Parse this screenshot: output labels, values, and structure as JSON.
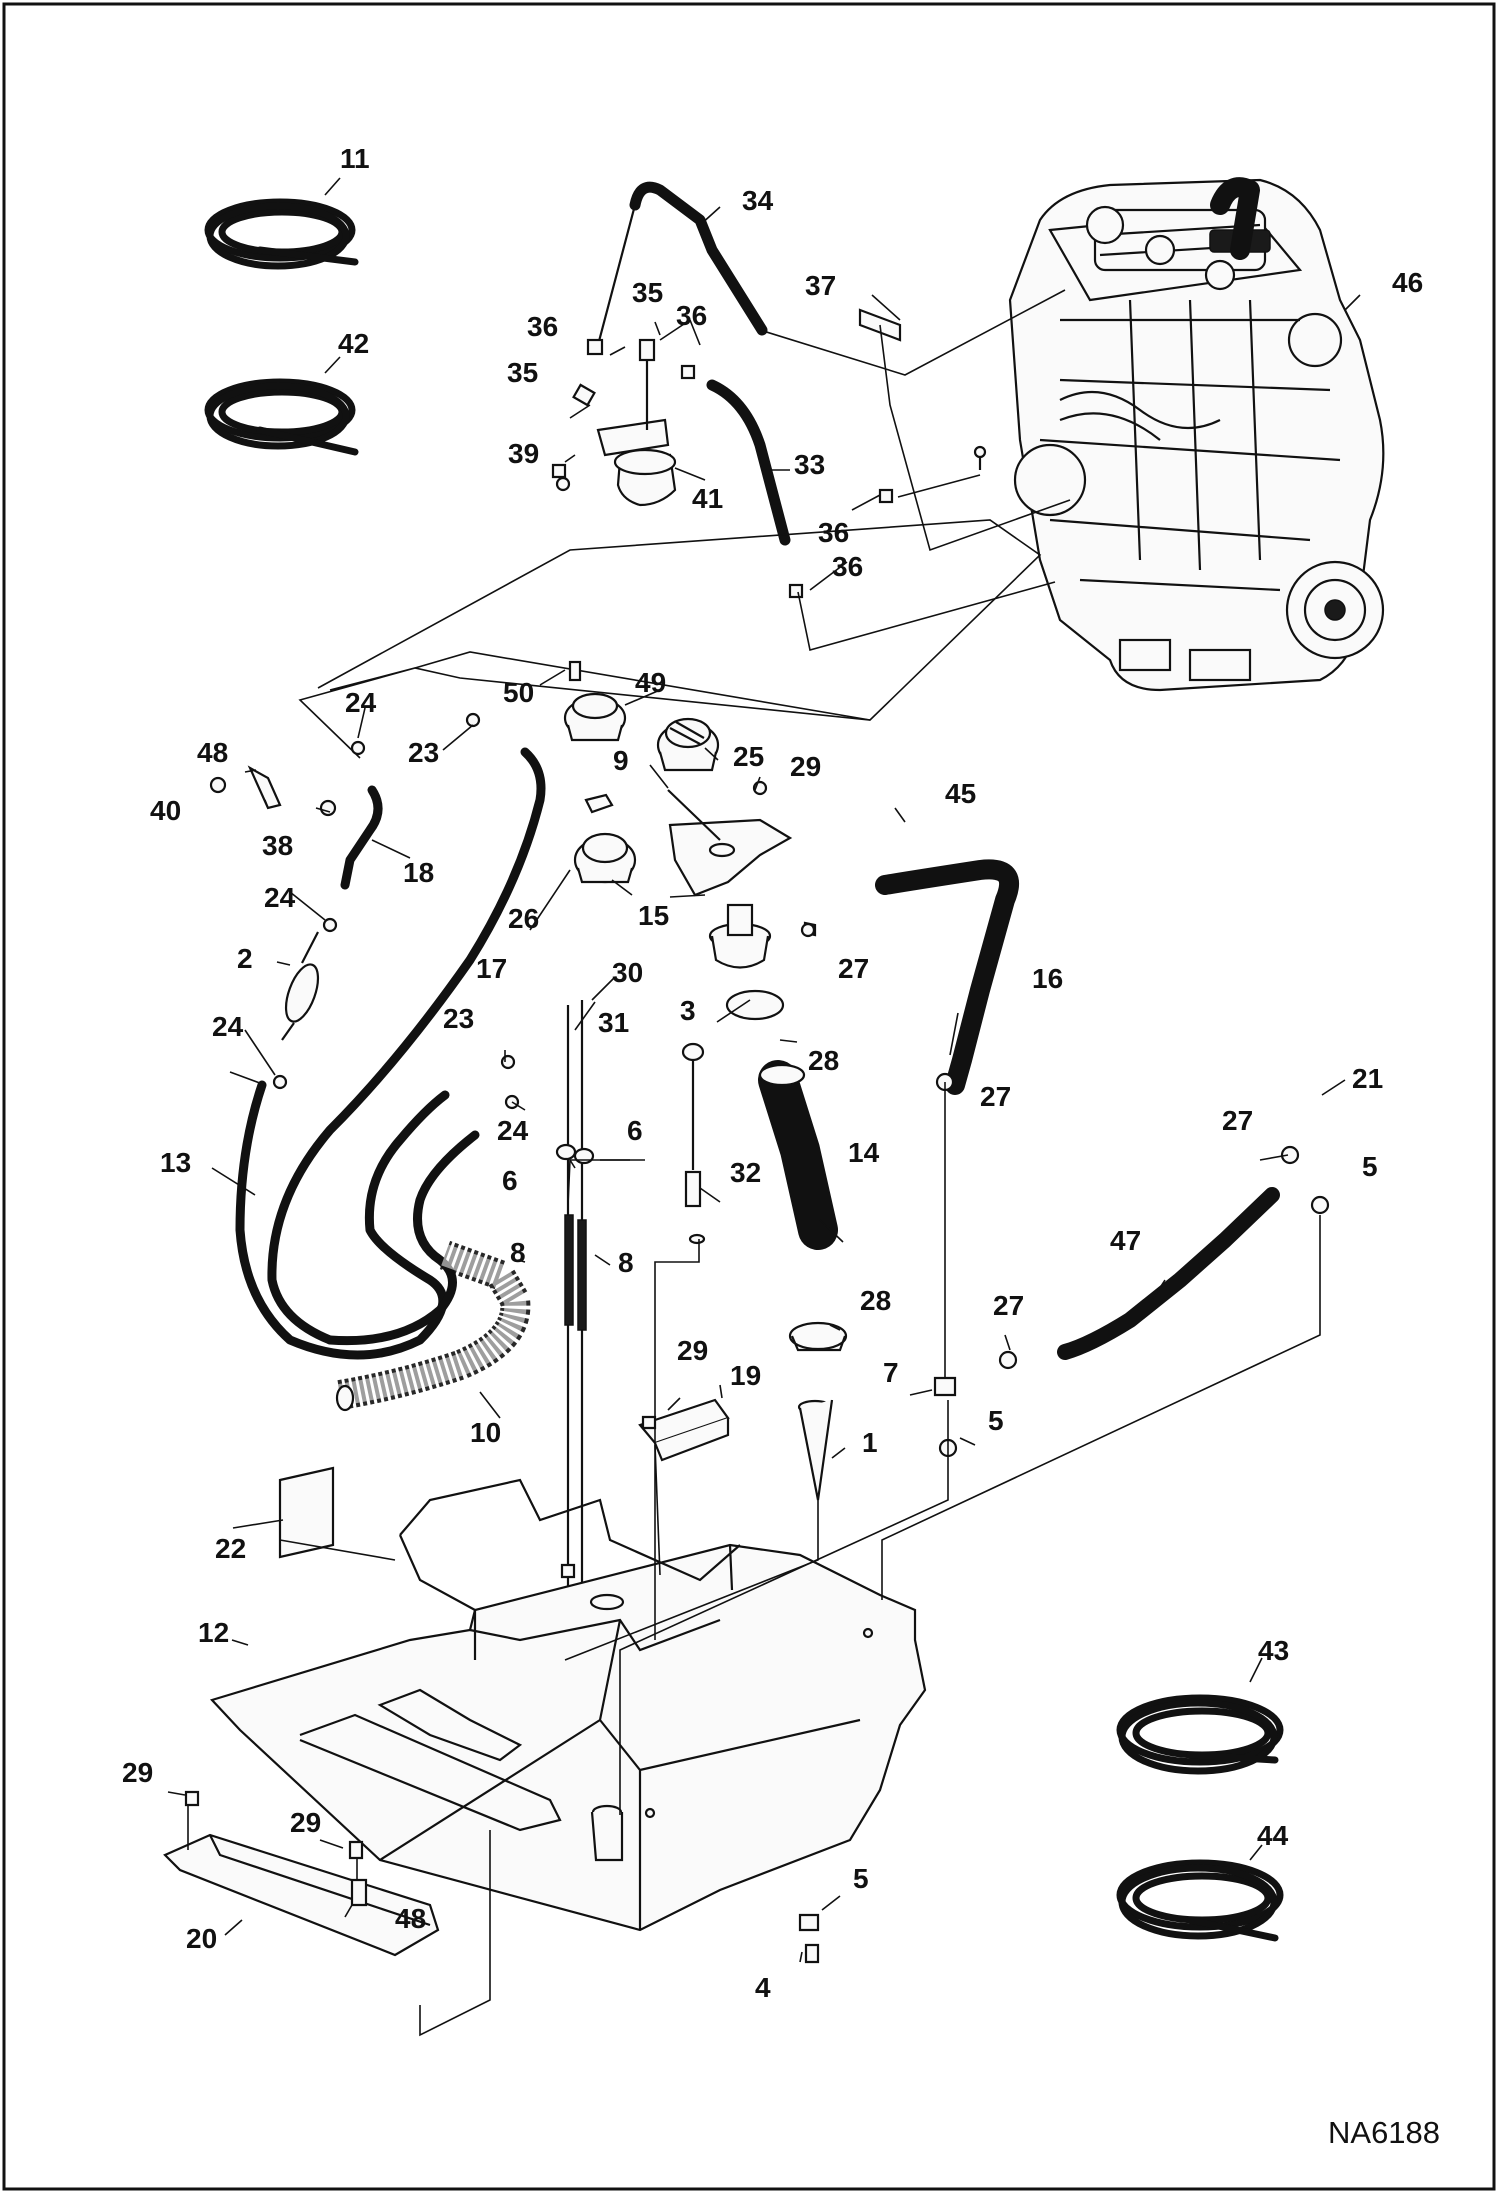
{
  "diagram": {
    "drawing_code": "NA6188",
    "callouts": [
      {
        "id": "c11",
        "text": "11"
      },
      {
        "id": "c42",
        "text": "42"
      },
      {
        "id": "c34",
        "text": "34"
      },
      {
        "id": "c35a",
        "text": "35"
      },
      {
        "id": "c36a",
        "text": "36"
      },
      {
        "id": "c36b",
        "text": "36"
      },
      {
        "id": "c37",
        "text": "37"
      },
      {
        "id": "c46",
        "text": "46"
      },
      {
        "id": "c35b",
        "text": "35"
      },
      {
        "id": "c39",
        "text": "39"
      },
      {
        "id": "c41",
        "text": "41"
      },
      {
        "id": "c33",
        "text": "33"
      },
      {
        "id": "c36c",
        "text": "36"
      },
      {
        "id": "c36d",
        "text": "36"
      },
      {
        "id": "c50",
        "text": "50"
      },
      {
        "id": "c49",
        "text": "49"
      },
      {
        "id": "c24a",
        "text": "24"
      },
      {
        "id": "c23a",
        "text": "23"
      },
      {
        "id": "c9",
        "text": "9"
      },
      {
        "id": "c25",
        "text": "25"
      },
      {
        "id": "c29a",
        "text": "29"
      },
      {
        "id": "c48a",
        "text": "48"
      },
      {
        "id": "c40",
        "text": "40"
      },
      {
        "id": "c38",
        "text": "38"
      },
      {
        "id": "c18",
        "text": "18"
      },
      {
        "id": "c26",
        "text": "26"
      },
      {
        "id": "c15",
        "text": "15"
      },
      {
        "id": "c45",
        "text": "45"
      },
      {
        "id": "c24b",
        "text": "24"
      },
      {
        "id": "c2",
        "text": "2"
      },
      {
        "id": "c17",
        "text": "17"
      },
      {
        "id": "c27a",
        "text": "27"
      },
      {
        "id": "c16",
        "text": "16"
      },
      {
        "id": "c30",
        "text": "30"
      },
      {
        "id": "c23b",
        "text": "23"
      },
      {
        "id": "c31",
        "text": "31"
      },
      {
        "id": "c3",
        "text": "3"
      },
      {
        "id": "c24c",
        "text": "24"
      },
      {
        "id": "c28a",
        "text": "28"
      },
      {
        "id": "c21",
        "text": "21"
      },
      {
        "id": "c27b",
        "text": "27"
      },
      {
        "id": "c27c",
        "text": "27"
      },
      {
        "id": "c24d",
        "text": "24"
      },
      {
        "id": "c6a",
        "text": "6"
      },
      {
        "id": "c6b",
        "text": "6"
      },
      {
        "id": "c13",
        "text": "13"
      },
      {
        "id": "c14",
        "text": "14"
      },
      {
        "id": "c5a",
        "text": "5"
      },
      {
        "id": "c32",
        "text": "32"
      },
      {
        "id": "c47",
        "text": "47"
      },
      {
        "id": "c8a",
        "text": "8"
      },
      {
        "id": "c8b",
        "text": "8"
      },
      {
        "id": "c28b",
        "text": "28"
      },
      {
        "id": "c27d",
        "text": "27"
      },
      {
        "id": "c29b",
        "text": "29"
      },
      {
        "id": "c19",
        "text": "19"
      },
      {
        "id": "c7",
        "text": "7"
      },
      {
        "id": "c10",
        "text": "10"
      },
      {
        "id": "c5b",
        "text": "5"
      },
      {
        "id": "c1",
        "text": "1"
      },
      {
        "id": "c22",
        "text": "22"
      },
      {
        "id": "c12",
        "text": "12"
      },
      {
        "id": "c43",
        "text": "43"
      },
      {
        "id": "c29c",
        "text": "29"
      },
      {
        "id": "c29d",
        "text": "29"
      },
      {
        "id": "c44",
        "text": "44"
      },
      {
        "id": "c5c",
        "text": "5"
      },
      {
        "id": "c48b",
        "text": "48"
      },
      {
        "id": "c20",
        "text": "20"
      },
      {
        "id": "c4",
        "text": "4"
      }
    ]
  }
}
